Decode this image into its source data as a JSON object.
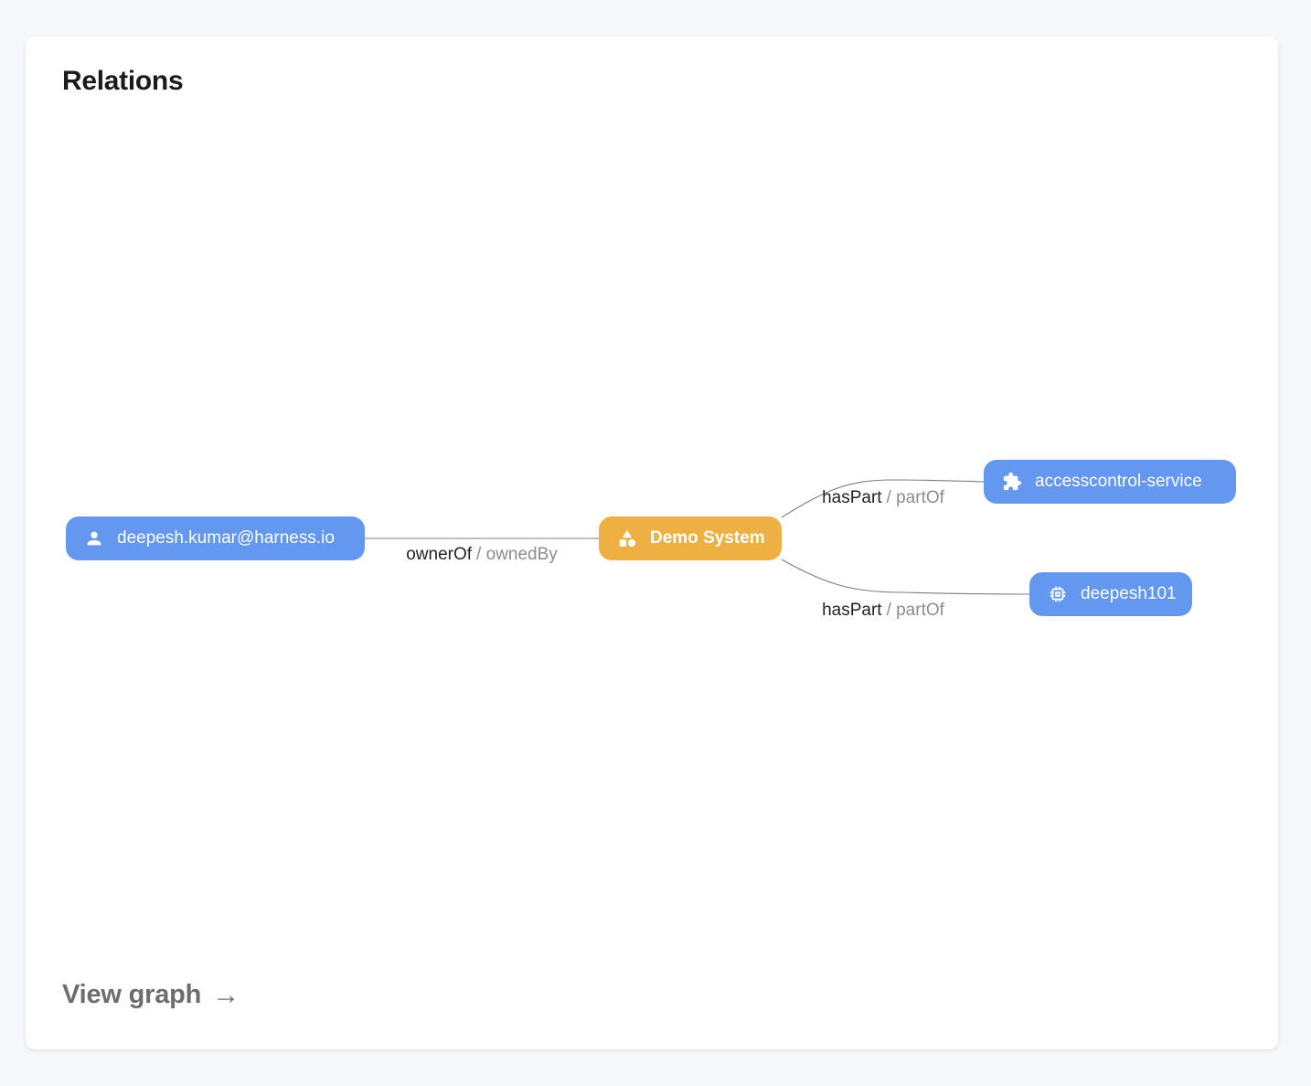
{
  "card": {
    "title": "Relations"
  },
  "colors": {
    "node_blue": "#6397f0",
    "node_orange": "#eeaf43",
    "edge_line": "#7e7e7e",
    "label_primary": "#232323",
    "label_secondary": "#8d8d8d",
    "page_background": "#f6f8fc"
  },
  "graph": {
    "nodes": [
      {
        "id": "user",
        "label": "deepesh.kumar@harness.io",
        "icon": "user-icon",
        "color": "blue"
      },
      {
        "id": "system",
        "label": "Demo System",
        "icon": "category-icon",
        "color": "orange"
      },
      {
        "id": "service",
        "label": "accesscontrol-service",
        "icon": "extension-puzzle-icon",
        "color": "blue"
      },
      {
        "id": "component",
        "label": "deepesh101",
        "icon": "memory-chip-icon",
        "color": "blue"
      }
    ],
    "edges": [
      {
        "from": "user",
        "to": "system",
        "label_primary": "ownerOf",
        "label_rest": "/ ownedBy"
      },
      {
        "from": "system",
        "to": "service",
        "label_primary": "hasPart",
        "label_rest": "/ partOf"
      },
      {
        "from": "system",
        "to": "component",
        "label_primary": "hasPart",
        "label_rest": "/ partOf"
      }
    ]
  },
  "footer": {
    "label": "View graph",
    "arrow": "→"
  }
}
